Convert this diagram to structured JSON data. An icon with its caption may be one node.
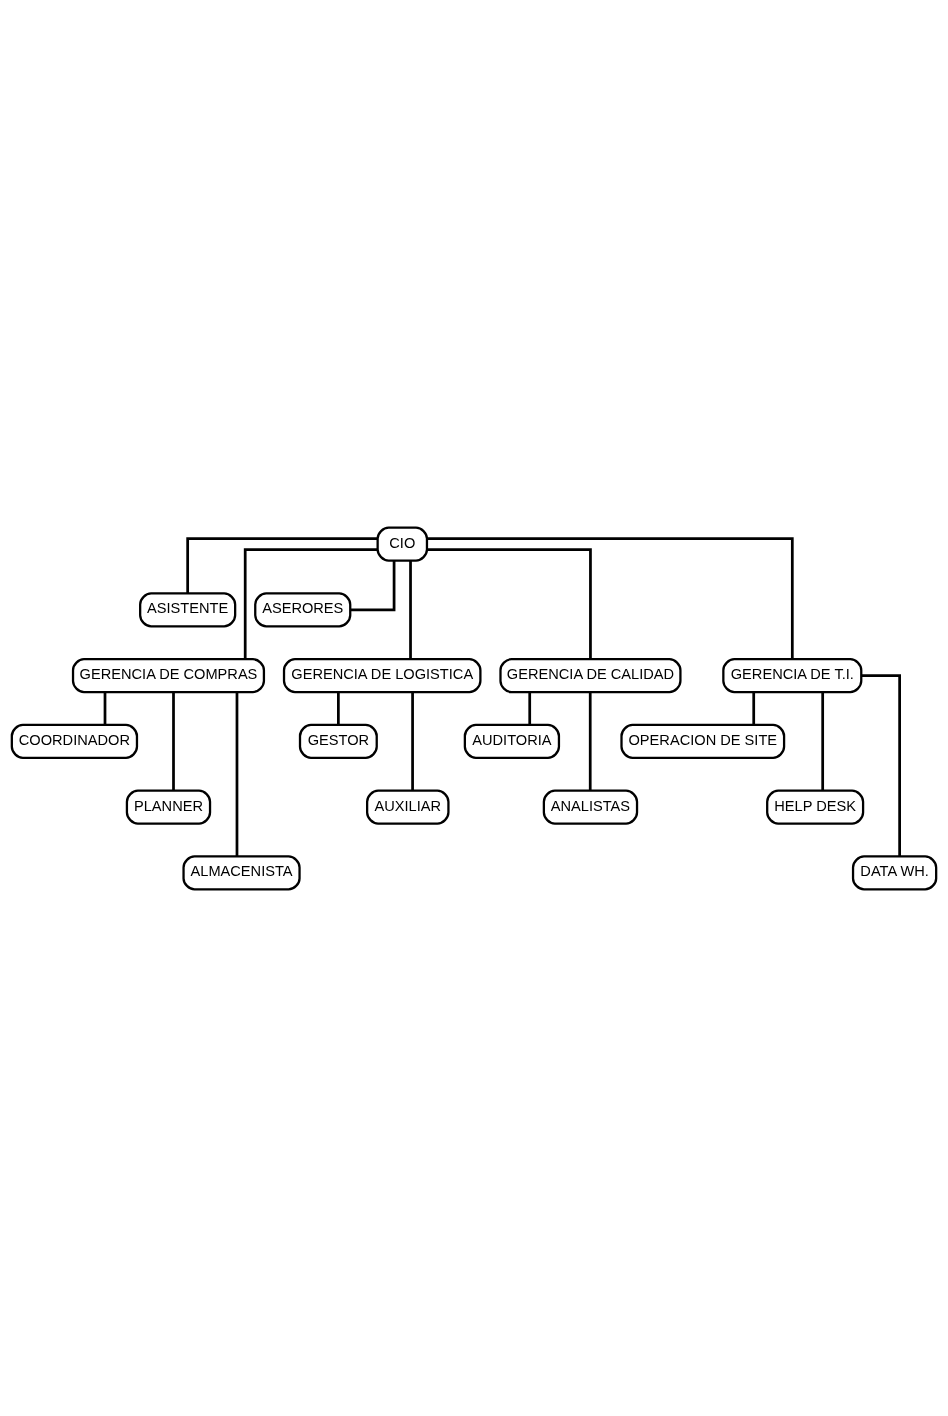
{
  "diagram": {
    "nodes": [
      {
        "text": [
          "CIO"
        ]
      },
      {
        "text": [
          "ASISTENTE"
        ]
      },
      {
        "text": [
          "ASERORES"
        ]
      },
      {
        "text": [
          "GERENCIA DE COMPRAS"
        ]
      },
      {
        "text": [
          "GERENCIA DE LOGISTICA"
        ]
      },
      {
        "text": [
          "GERENCIA DE CALIDAD"
        ]
      },
      {
        "text": [
          "GERENCIA DE T.I."
        ]
      },
      {
        "text": [
          "COORDINADOR"
        ]
      },
      {
        "text": [
          "PLANNER"
        ]
      },
      {
        "text": [
          "ALMACENISTA"
        ]
      },
      {
        "text": [
          "GESTOR"
        ]
      },
      {
        "text": [
          "AUXILIAR"
        ]
      },
      {
        "text": [
          "AUDITORIA"
        ]
      },
      {
        "text": [
          "ANALISTAS"
        ]
      },
      {
        "text": [
          "OPERACION DE SITE"
        ]
      },
      {
        "text": [
          "HELP DESK"
        ]
      },
      {
        "text": [
          "DATA WH."
        ]
      }
    ],
    "edges": [
      {
        "from": 0,
        "to": 1,
        "arrow": "none"
      },
      {
        "from": 0,
        "to": 2,
        "arrow": "none"
      },
      {
        "from": 0,
        "to": 3,
        "arrow": "none"
      },
      {
        "from": 0,
        "to": 4,
        "arrow": "none"
      },
      {
        "from": 0,
        "to": 5,
        "arrow": "none"
      },
      {
        "from": 0,
        "to": 6,
        "arrow": "none"
      },
      {
        "from": 3,
        "to": 7,
        "arrow": "none"
      },
      {
        "from": 3,
        "to": 8,
        "arrow": "none"
      },
      {
        "from": 3,
        "to": 9,
        "arrow": "none"
      },
      {
        "from": 4,
        "to": 10,
        "arrow": "none"
      },
      {
        "from": 4,
        "to": 11,
        "arrow": "none"
      },
      {
        "from": 5,
        "to": 12,
        "arrow": "none"
      },
      {
        "from": 5,
        "to": 13,
        "arrow": "none"
      },
      {
        "from": 6,
        "to": 14,
        "arrow": "none"
      },
      {
        "from": 6,
        "to": 15,
        "arrow": "none"
      },
      {
        "from": 6,
        "to": 16,
        "arrow": "none"
      }
    ]
  }
}
